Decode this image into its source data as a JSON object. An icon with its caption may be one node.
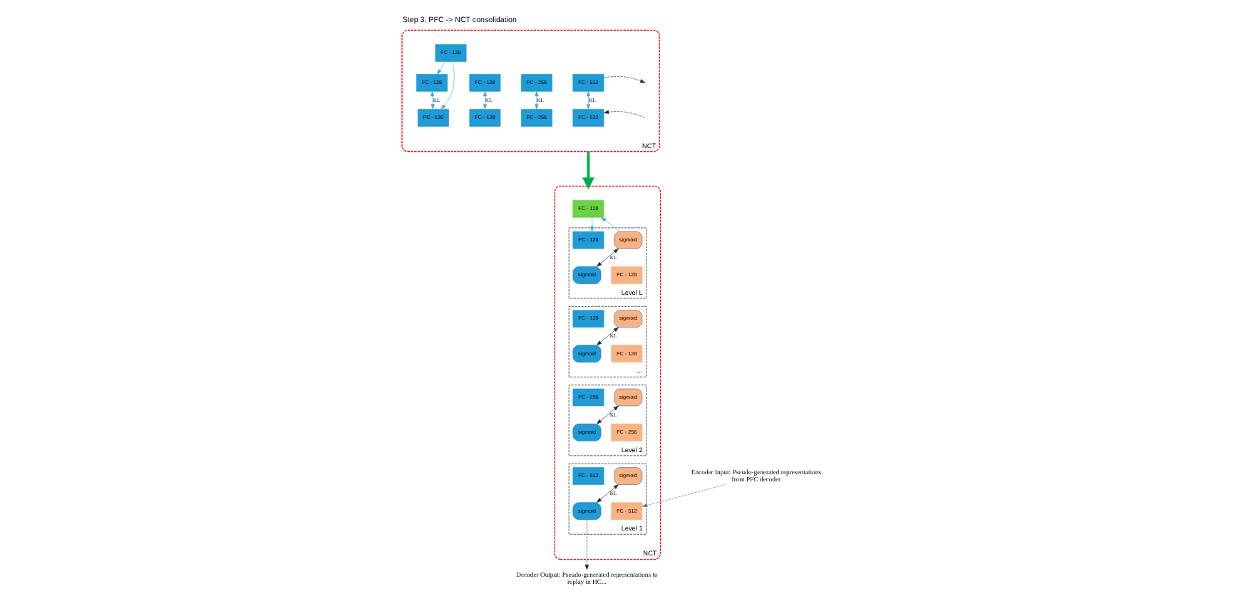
{
  "diagram": {
    "title": "Step 3. PFC -> NCT consolidation",
    "nodes": [
      {
        "text": [
          "NCT"
        ]
      },
      {
        "text": [
          "FC - 128"
        ],
        "in": 0
      },
      {
        "text": [
          "FC - 128"
        ],
        "in": 0
      },
      {
        "text": [
          "FC - 128"
        ],
        "in": 0
      },
      {
        "text": [
          "FC - 256"
        ],
        "in": 0
      },
      {
        "text": [
          "FC - 512"
        ],
        "in": 0
      },
      {
        "text": [
          "FC - 128"
        ],
        "in": 0
      },
      {
        "text": [
          "FC - 128"
        ],
        "in": 0
      },
      {
        "text": [
          "FC - 256"
        ],
        "in": 0
      },
      {
        "text": [
          "FC - 512"
        ],
        "in": 0
      },
      {
        "text": [
          "NCT"
        ]
      },
      {
        "text": [
          "FC - 128"
        ],
        "in": 10
      },
      {
        "text": [
          "Level L"
        ],
        "in": 10
      },
      {
        "text": [
          "sigmoid"
        ],
        "in": 12
      },
      {
        "text": [
          "FC - 128"
        ],
        "in": 12
      },
      {
        "text": [
          "FC - 128"
        ],
        "in": 12
      },
      {
        "text": [
          "sigmoid"
        ],
        "in": 12
      },
      {
        "text": [
          "..."
        ],
        "in": 10
      },
      {
        "text": [
          "sigmoid"
        ],
        "in": 17
      },
      {
        "text": [
          "FC - 128"
        ],
        "in": 17
      },
      {
        "text": [
          "FC - 128"
        ],
        "in": 17
      },
      {
        "text": [
          "sigmoid"
        ],
        "in": 17
      },
      {
        "text": [
          "Level 2"
        ],
        "in": 10
      },
      {
        "text": [
          "sigmoid"
        ],
        "in": 22
      },
      {
        "text": [
          "FC - 256"
        ],
        "in": 22
      },
      {
        "text": [
          "FC - 256"
        ],
        "in": 22
      },
      {
        "text": [
          "sigmoid"
        ],
        "in": 22
      },
      {
        "text": [
          "Level 1"
        ],
        "in": 10
      },
      {
        "text": [
          "sigmoid"
        ],
        "in": 27
      },
      {
        "text": [
          "FC - 512"
        ],
        "in": 27
      },
      {
        "text": [
          "FC - 512"
        ],
        "in": 27
      },
      {
        "text": [
          "sigmoid"
        ],
        "in": 27
      },
      {
        "text": [
          "Encoder Input: Pseudo-generated representations from PFC decoder"
        ]
      },
      {
        "text": [
          "Decoder Output: Pseudo-generated representations to replay in HC..."
        ]
      }
    ],
    "edges": [
      {
        "from": 1,
        "to": 2,
        "arrow": "to",
        "color": "#41a9e1"
      },
      {
        "from": 1,
        "to": 6,
        "arrow": "to",
        "color": "#41a9e1"
      },
      {
        "from": 2,
        "to": 6,
        "arrow": "both",
        "label": "KL",
        "color": "#41a9e1"
      },
      {
        "from": 3,
        "to": 7,
        "arrow": "both",
        "label": "KL",
        "color": "#41a9e1"
      },
      {
        "from": 4,
        "to": 8,
        "arrow": "both",
        "label": "KL",
        "color": "#41a9e1"
      },
      {
        "from": 5,
        "to": 9,
        "arrow": "both",
        "label": "KL",
        "color": "#41a9e1"
      },
      {
        "from": 5,
        "to": null,
        "arrow": "to",
        "style": "dashed",
        "color": "#222a35"
      },
      {
        "from": null,
        "to": 9,
        "arrow": "to",
        "style": "dashed",
        "color": "#222a35"
      },
      {
        "from": 0,
        "to": 10,
        "arrow": "to",
        "style": "thick",
        "color": "#00b050"
      },
      {
        "from": 13,
        "to": 11,
        "arrow": "to",
        "color": "#41a9e1"
      },
      {
        "from": 11,
        "to": 15,
        "arrow": "to",
        "color": "#41a9e1"
      },
      {
        "from": 16,
        "to": 13,
        "arrow": "both",
        "label": "KL",
        "color": "#222a35"
      },
      {
        "from": 21,
        "to": 18,
        "arrow": "both",
        "label": "KL",
        "color": "#222a35"
      },
      {
        "from": 26,
        "to": 23,
        "arrow": "both",
        "label": "KL",
        "color": "#222a35"
      },
      {
        "from": 31,
        "to": 28,
        "arrow": "both",
        "label": "KL",
        "color": "#222a35"
      },
      {
        "from": 32,
        "to": 29,
        "arrow": "to",
        "style": "dashed",
        "color": "#767171"
      },
      {
        "from": 31,
        "to": 33,
        "arrow": "to",
        "style": "dashed",
        "color": "#222a35"
      }
    ]
  }
}
